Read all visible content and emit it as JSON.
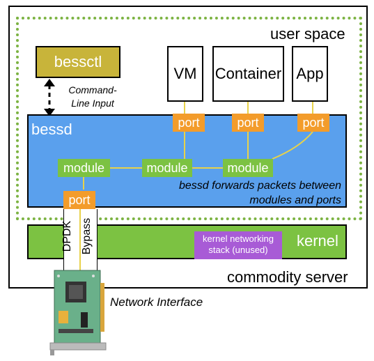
{
  "labels": {
    "user_space": "user space",
    "kernel": "kernel",
    "commodity_server": "commodity server",
    "bessctl": "bessctl",
    "command_line_input_line1": "Command-",
    "command_line_input_line2": "Line Input",
    "bessd": "bessd",
    "bessd_note_line1": "bessd forwards packets between",
    "bessd_note_line2": "modules and ports",
    "kernel_stack_line1": "kernel networking",
    "kernel_stack_line2": "stack (unused)",
    "dpdk": "DPDK",
    "bypass": "Bypass",
    "network_interface": "Network Interface"
  },
  "apps": [
    "VM",
    "Container",
    "App"
  ],
  "ports": [
    "port",
    "port",
    "port",
    "port"
  ],
  "modules": [
    "module",
    "module",
    "module"
  ],
  "colors": {
    "bessctl": "#c8b43a",
    "bessd": "#5aa0ed",
    "port": "#f39c2b",
    "module": "#7cc242",
    "kernel": "#7cc242",
    "kernel_stack": "#a85bd6",
    "user_space_border": "#7cb342"
  }
}
